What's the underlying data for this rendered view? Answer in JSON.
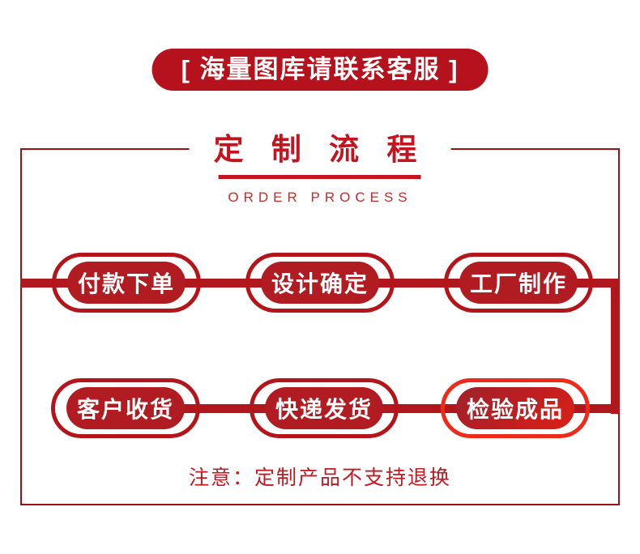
{
  "banner": {
    "label": "[ 海量图库请联系客服 ]"
  },
  "header": {
    "title": "定 制 流 程",
    "subtitle": "ORDER PROCESS"
  },
  "flow": {
    "row1": [
      {
        "label": "付款下单"
      },
      {
        "label": "设计确定"
      },
      {
        "label": "工厂制作"
      }
    ],
    "row2": [
      {
        "label": "客户收货"
      },
      {
        "label": "快递发货"
      },
      {
        "label": "检验成品"
      }
    ]
  },
  "note": {
    "text": "注意：定制产品不支持退换"
  },
  "colors": {
    "banner_bg": "#b5121d",
    "frame_border": "#9c1016",
    "title_red": "#c3141f",
    "subtitle_red": "#c22c2c",
    "connector_red": "#b1181e",
    "pill_ring": "#b4151b",
    "pill_fill": "#b01c21",
    "pill_bright_ring": "#ee2a1b",
    "note_red": "#c11920",
    "text_on_pill": "#ffffff"
  }
}
